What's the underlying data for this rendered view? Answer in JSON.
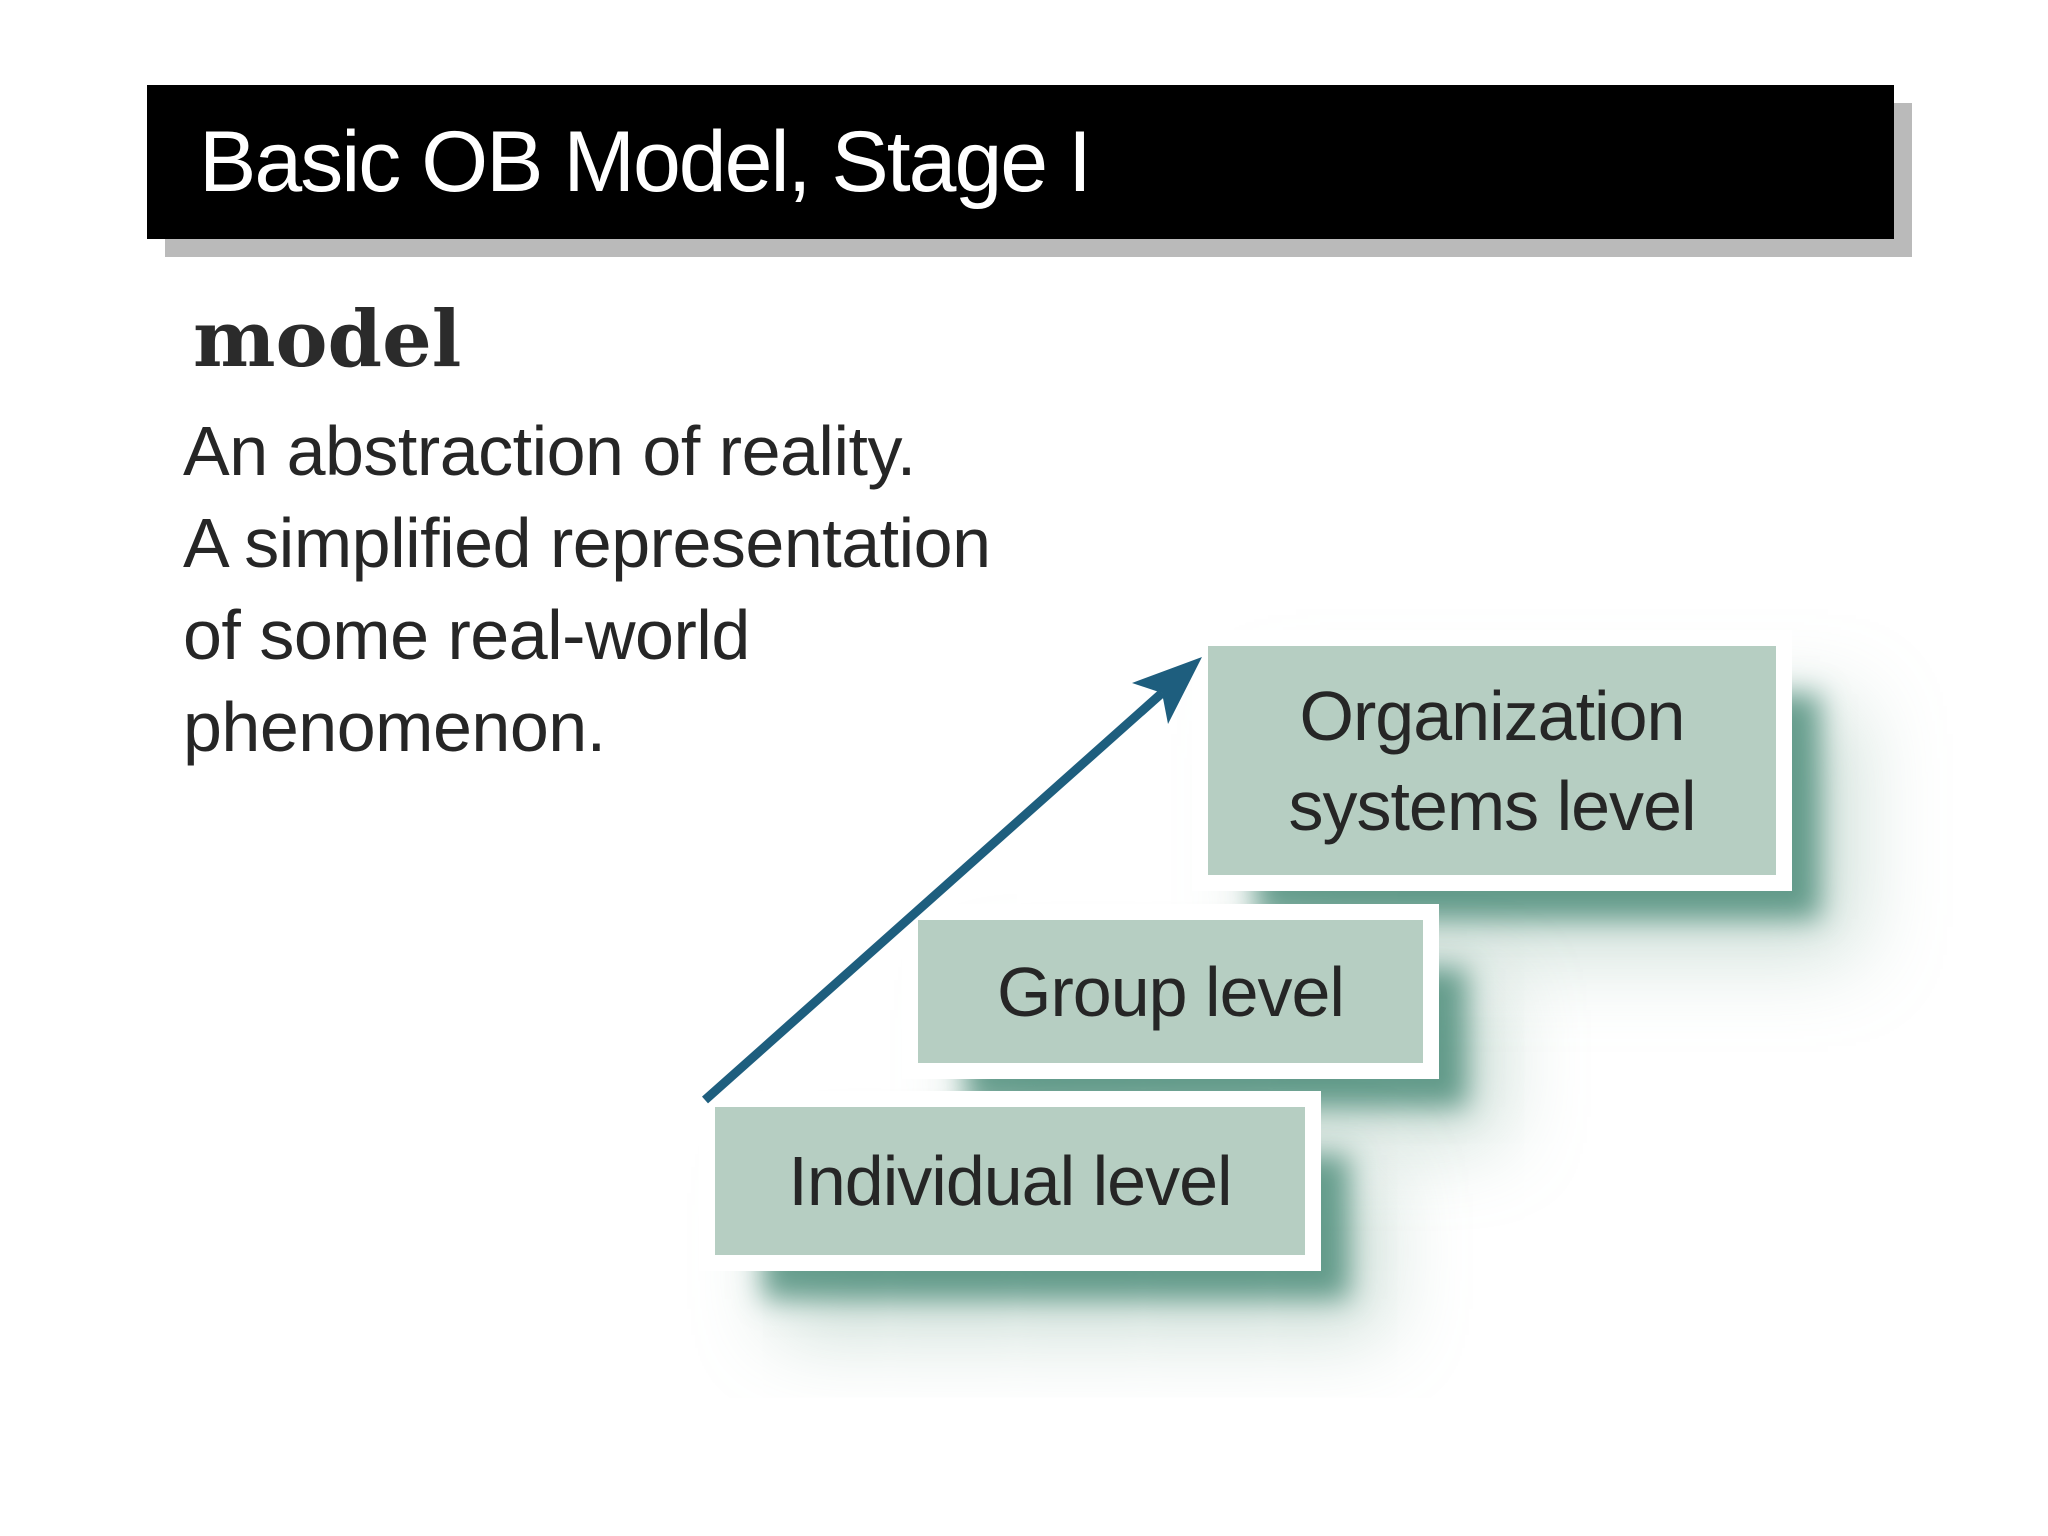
{
  "slide": {
    "title": "Basic OB Model, Stage I",
    "term": "model",
    "definition_lines": [
      "An abstraction of reality.",
      "A simplified representation",
      "of some real-world",
      "phenomenon."
    ],
    "diagram": {
      "arrow_direction": "ascending",
      "levels": [
        {
          "id": "individual",
          "label": "Individual level"
        },
        {
          "id": "group",
          "label": "Group level"
        },
        {
          "id": "organization",
          "label": "Organization systems level",
          "lines": [
            "Organization",
            "systems level"
          ]
        }
      ]
    },
    "colors": {
      "title_bg": "#000000",
      "title_text": "#ffffff",
      "title_shadow": "#bababa",
      "body_text": "#262626",
      "box_fill": "#b6cec2",
      "box_shadow_near": "rgba(56,127,107,0.72)",
      "box_shadow_far": "rgba(125,170,152,0.38)",
      "arrow": "#1e5e7e",
      "background": "#ffffff"
    }
  }
}
